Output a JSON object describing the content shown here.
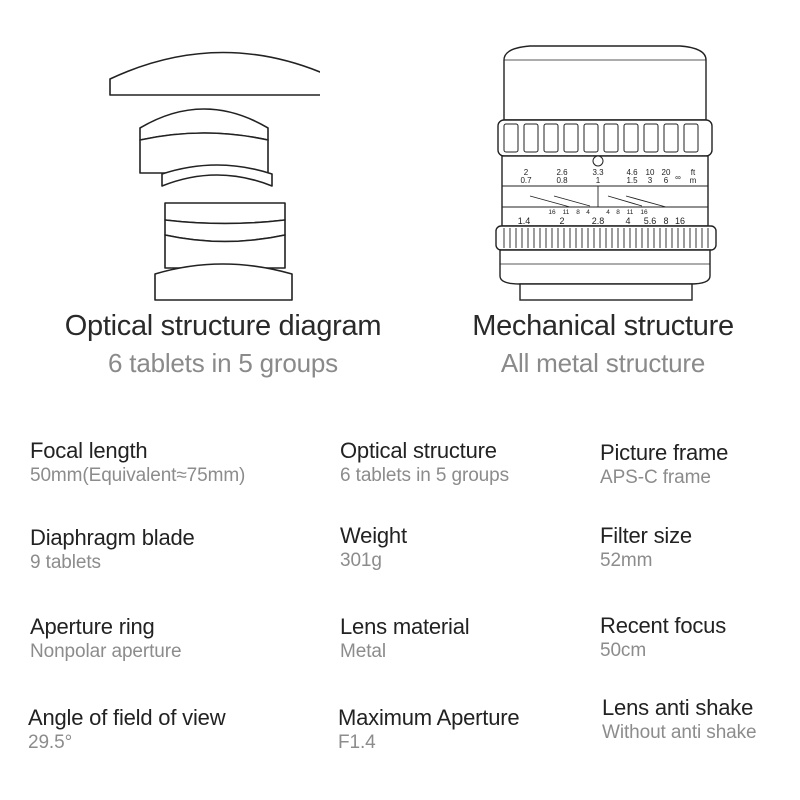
{
  "optical": {
    "title": "Optical structure diagram",
    "subtitle": "6 tablets in 5 groups"
  },
  "mechanical": {
    "title": "Mechanical structure",
    "subtitle": "All metal structure"
  },
  "lens_scale": {
    "distance_top": [
      "2",
      "2.6",
      "3.3",
      "4.6",
      "10",
      "20",
      "∞",
      "ft"
    ],
    "distance_bottom": [
      "0.7",
      "0.8",
      "1",
      "1.5",
      "3",
      "6",
      "m"
    ],
    "dof_left": [
      "16",
      "11",
      "8",
      "4"
    ],
    "dof_right": [
      "4",
      "8",
      "11",
      "16"
    ],
    "aperture": [
      "1.4",
      "2",
      "2.8",
      "4",
      "5.6",
      "8",
      "16"
    ]
  },
  "specs": [
    {
      "label": "Focal length",
      "value": "50mm(Equivalent≈75mm)"
    },
    {
      "label": "Optical structure",
      "value": "6 tablets in 5 groups"
    },
    {
      "label": "Picture frame",
      "value": "APS-C frame"
    },
    {
      "label": "Diaphragm blade",
      "value": "9 tablets"
    },
    {
      "label": "Weight",
      "value": "301g"
    },
    {
      "label": "Filter size",
      "value": "52mm"
    },
    {
      "label": "Aperture ring",
      "value": "Nonpolar aperture"
    },
    {
      "label": "Lens material",
      "value": "Metal"
    },
    {
      "label": "Recent focus",
      "value": "50cm"
    },
    {
      "label": "Angle of field of view",
      "value": "29.5°"
    },
    {
      "label": "Maximum Aperture",
      "value": "F1.4"
    },
    {
      "label": "Lens anti shake",
      "value": "Without anti shake"
    }
  ]
}
